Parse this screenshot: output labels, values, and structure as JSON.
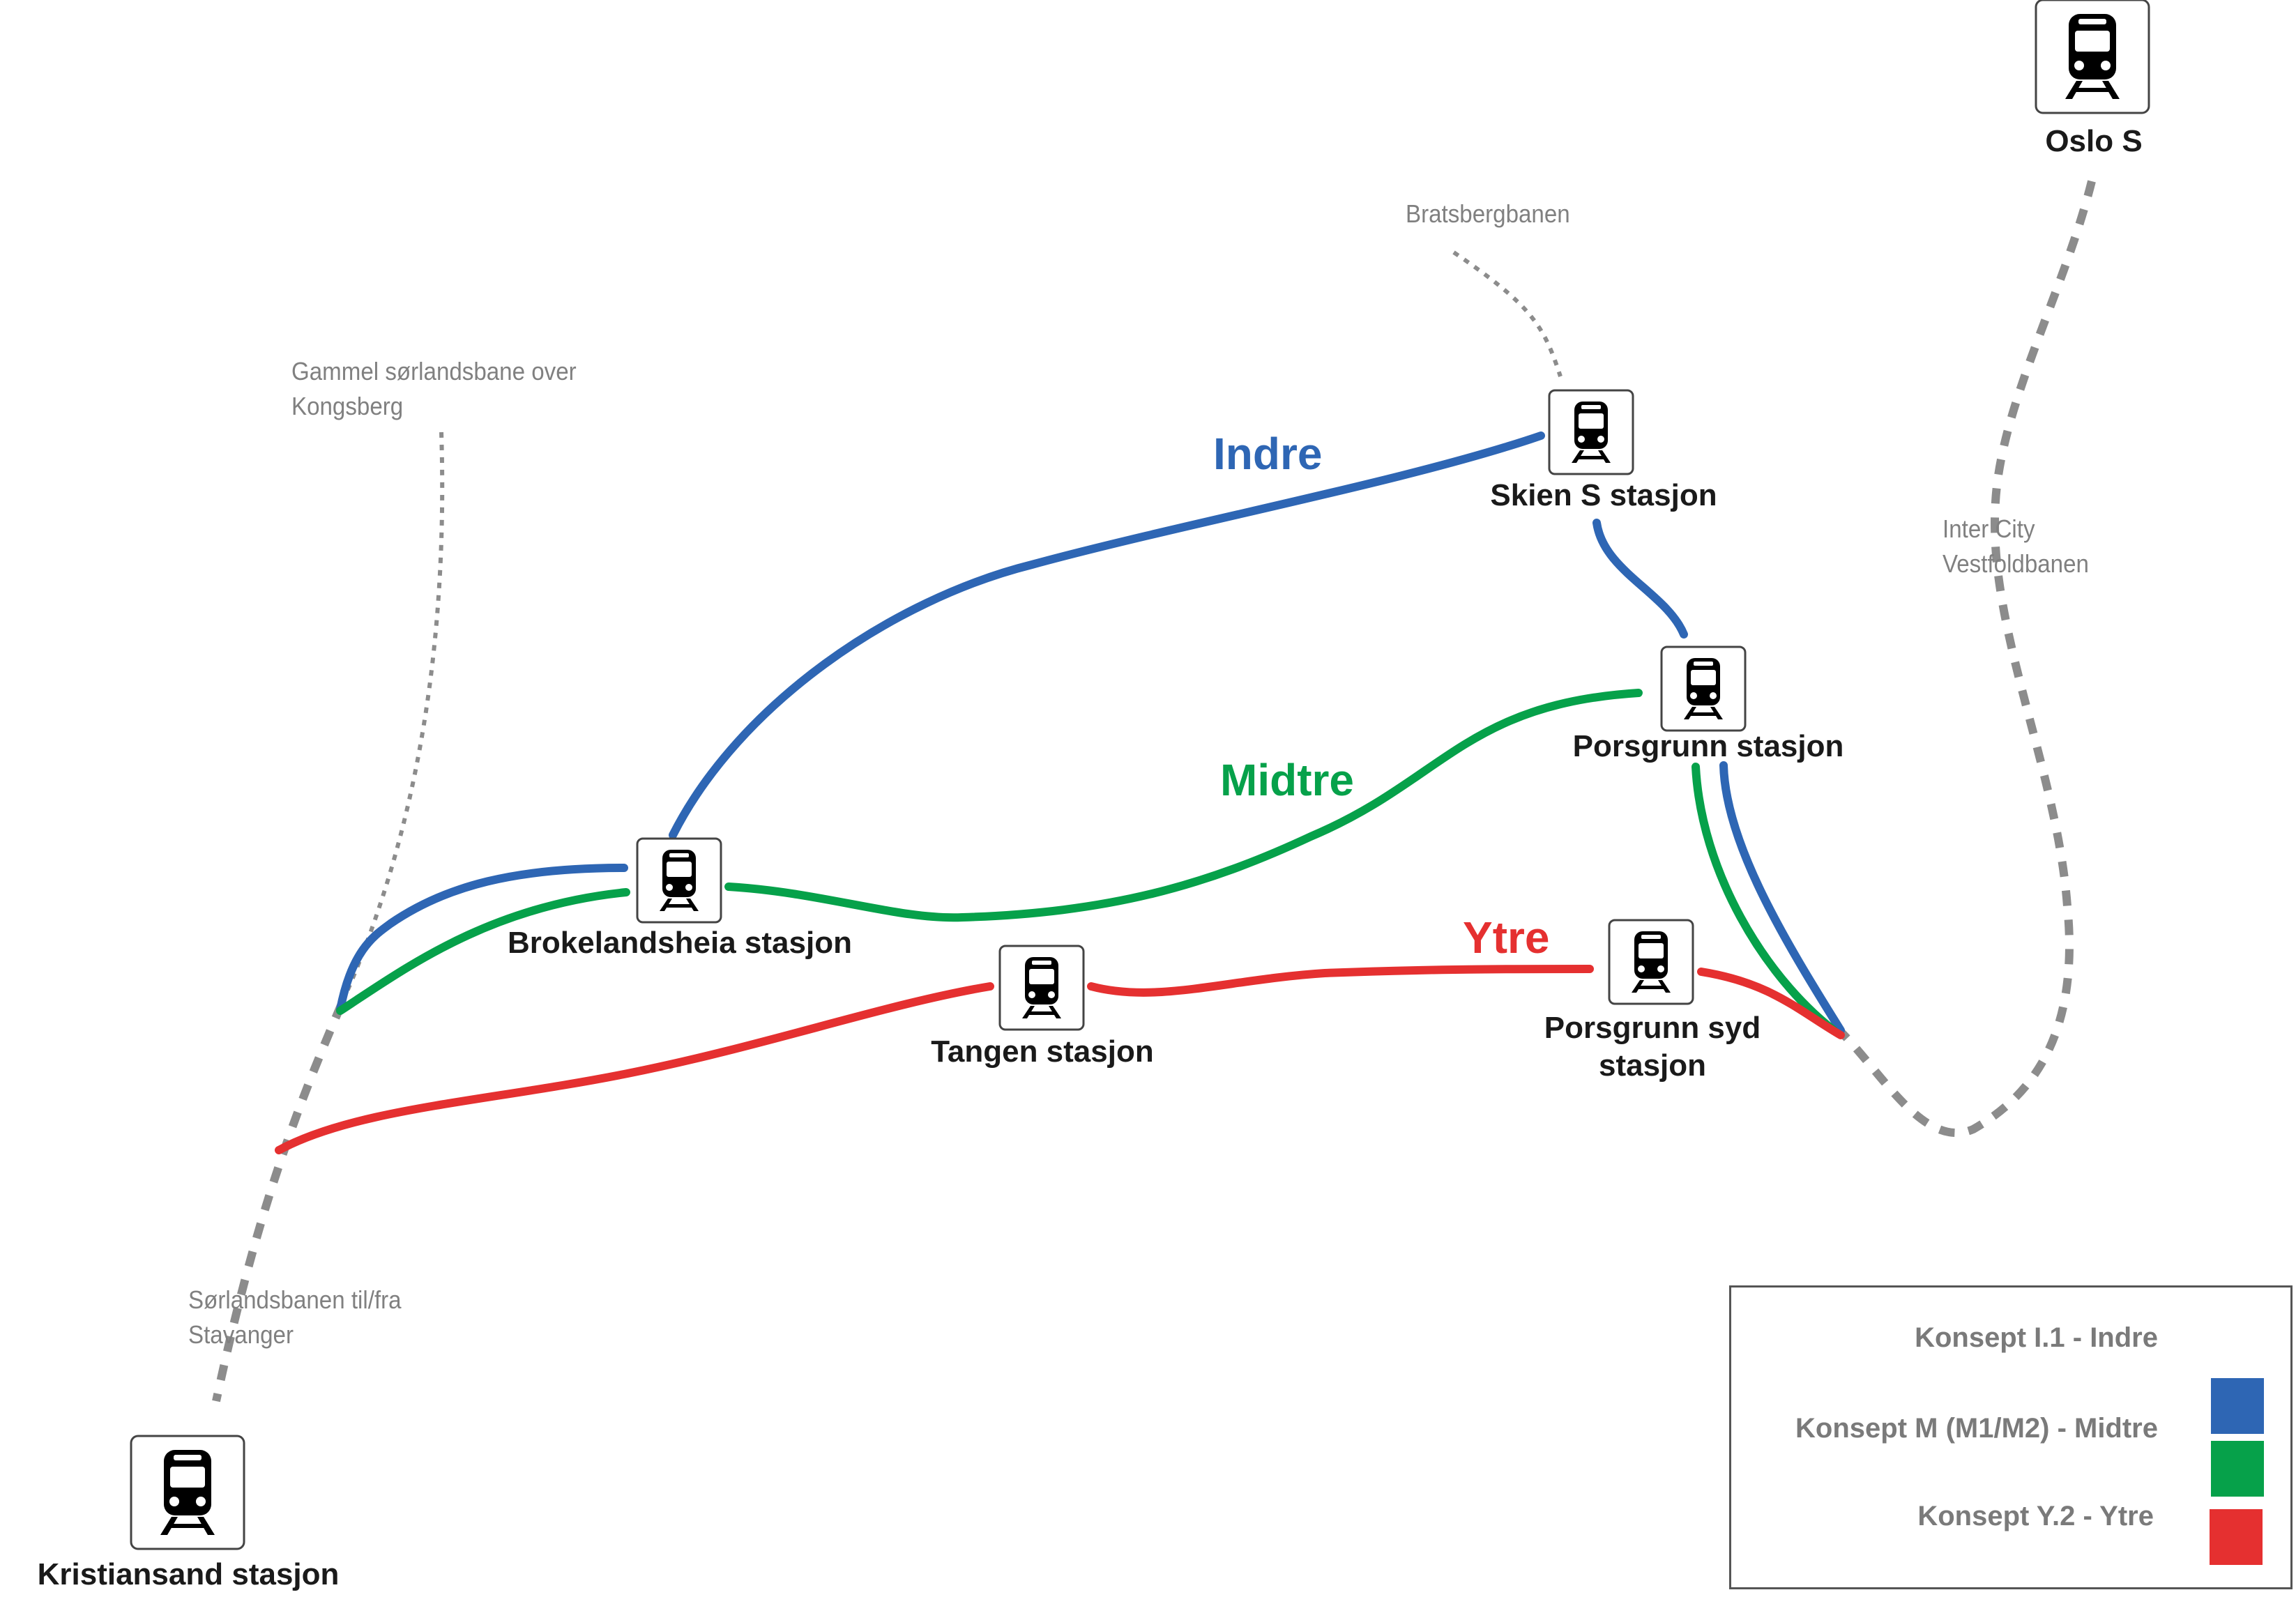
{
  "stations": {
    "oslo": "Oslo S",
    "skien": "Skien S stasjon",
    "porsgrunn": "Porsgrunn stasjon",
    "brokelandsheia": "Brokelandsheia stasjon",
    "tangen": "Tangen stasjon",
    "porsgrunn_syd": [
      "Porsgrunn syd",
      "stasjon"
    ],
    "kristiansand": "Kristiansand stasjon"
  },
  "routes": {
    "indre": "Indre",
    "midtre": "Midtre",
    "ytre": "Ytre"
  },
  "line_notes": {
    "bratsberg": "Bratsbergbanen",
    "gammel": [
      "Gammel sørlandsbane over",
      "Kongsberg"
    ],
    "intercity": [
      "Inter City",
      "Vestfoldbanen"
    ],
    "sorlandsbanen": [
      "Sørlandsbanen til/fra",
      "Stavanger"
    ]
  },
  "legend": {
    "items": [
      {
        "label": "Konsept I.1 - Indre",
        "color": "#2e66b4"
      },
      {
        "label": "Konsept M (M1/M2) - Midtre",
        "color": "#06a14a"
      },
      {
        "label": "Konsept Y.2 - Ytre",
        "color": "#e53030"
      }
    ]
  },
  "colors": {
    "indre": "#2e66b4",
    "midtre": "#06a14a",
    "ytre": "#e53030",
    "existing_line": "#8c8c8c"
  },
  "icons": {
    "station": "train-front-icon"
  }
}
